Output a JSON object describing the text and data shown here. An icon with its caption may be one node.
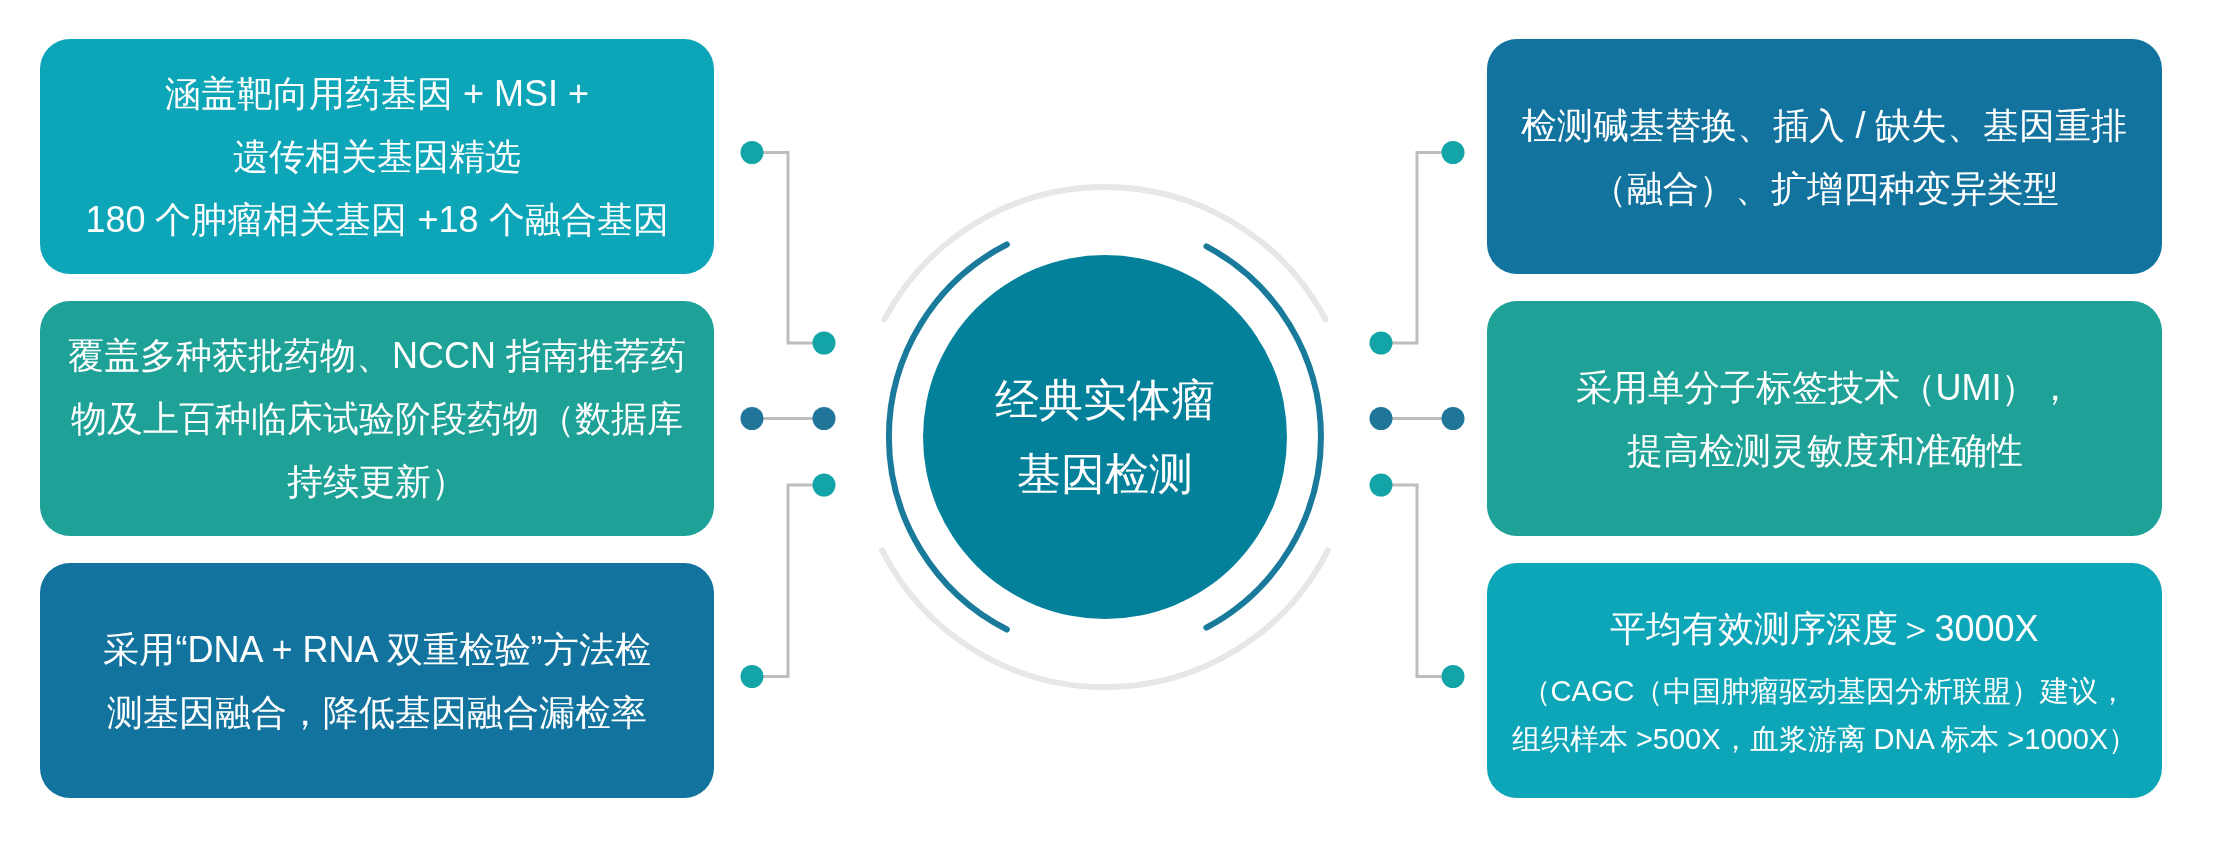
{
  "diagram": {
    "nodes": [
      {
        "text": [
          "经典实体瘤基因检测"
        ]
      },
      {
        "text": [
          "涵盖靶向用药基因 + MSI + 遗传相关基因精选",
          "180 个肿瘤相关基因 +18 个融合基因"
        ]
      },
      {
        "text": [
          "覆盖多种获批药物、NCCN 指南推荐药物及上百种临床试验阶段药物（数据库持续更新）"
        ]
      },
      {
        "text": [
          "采用“DNA + RNA 双重检验”方法检测基因融合，降低基因融合漏检率"
        ]
      },
      {
        "text": [
          "检测碱基替换、插入 / 缺失、基因重排（融合）、扩增四种变异类型"
        ]
      },
      {
        "text": [
          "采用单分子标签技术（UMI），提高检测灵敏度和准确性"
        ]
      },
      {
        "text": [
          "平均有效测序深度＞3000X",
          "（CAGC（中国肿瘤驱动基因分析联盟）建议，组织样本 >500X，血浆游离 DNA 标本 >1000X）"
        ]
      }
    ],
    "edges": [
      {
        "from": 0,
        "to": 1,
        "arrow": "other"
      },
      {
        "from": 0,
        "to": 2,
        "arrow": "other"
      },
      {
        "from": 0,
        "to": 3,
        "arrow": "other"
      },
      {
        "from": 0,
        "to": 4,
        "arrow": "other"
      },
      {
        "from": 0,
        "to": 5,
        "arrow": "other"
      },
      {
        "from": 0,
        "to": 6,
        "arrow": "other"
      }
    ]
  }
}
